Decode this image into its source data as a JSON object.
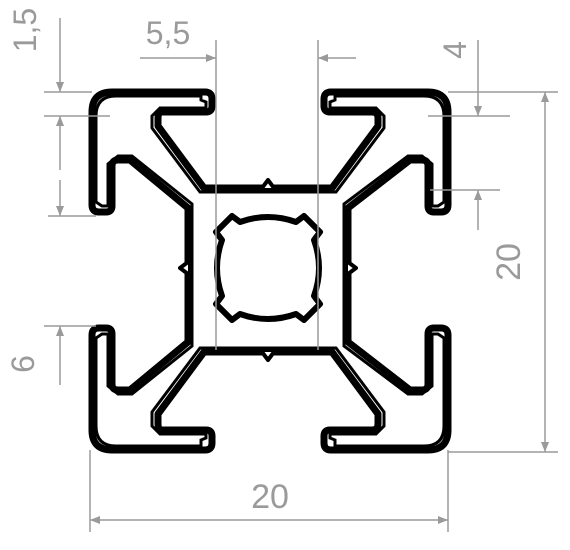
{
  "drawing": {
    "dimensions": {
      "slot_depth": "1,5",
      "slot_width": "5,5",
      "lip": "4",
      "height": "20",
      "width": "20",
      "groove": "6"
    },
    "colors": {
      "profile_fill": "#000000",
      "profile_inner": "#ffffff",
      "dimension_line": "#9a9a9a"
    }
  }
}
